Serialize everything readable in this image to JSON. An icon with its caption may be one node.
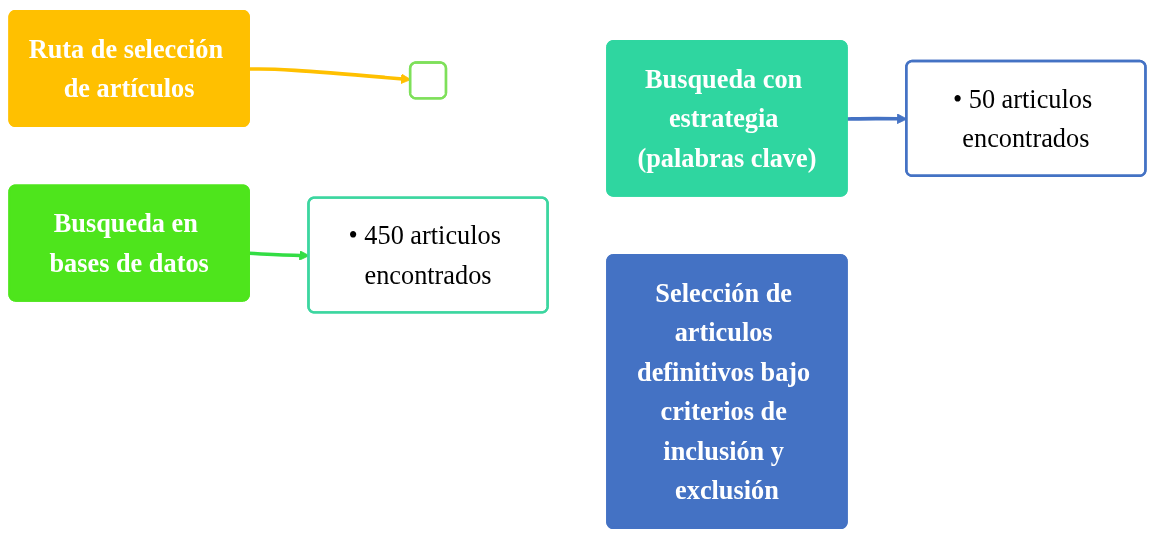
{
  "diagram": {
    "nodes": [
      {
        "text": [
          "Ruta de selección de artículos"
        ]
      },
      {
        "text": [
          "Busqueda en bases de datos"
        ]
      },
      {
        "text": [],
        "shape": "box"
      },
      {
        "text": [
          "• 450 articulos encontrados"
        ]
      },
      {
        "text": [
          "Busqueda con estrategia (palabras clave)"
        ]
      },
      {
        "text": [
          "Selección de articulos definitivos bajo criterios de inclusión y exclusión"
        ]
      },
      {
        "text": [
          "• 50 articulos encontrados"
        ]
      }
    ],
    "edges": [
      {
        "from": 0,
        "to": 2,
        "arrow": "to",
        "color": "#ffc000"
      },
      {
        "from": 1,
        "to": 3,
        "arrow": "to",
        "color": "#33dd44"
      },
      {
        "from": 4,
        "to": 6,
        "arrow": "to",
        "color": "#4472c4"
      }
    ]
  }
}
